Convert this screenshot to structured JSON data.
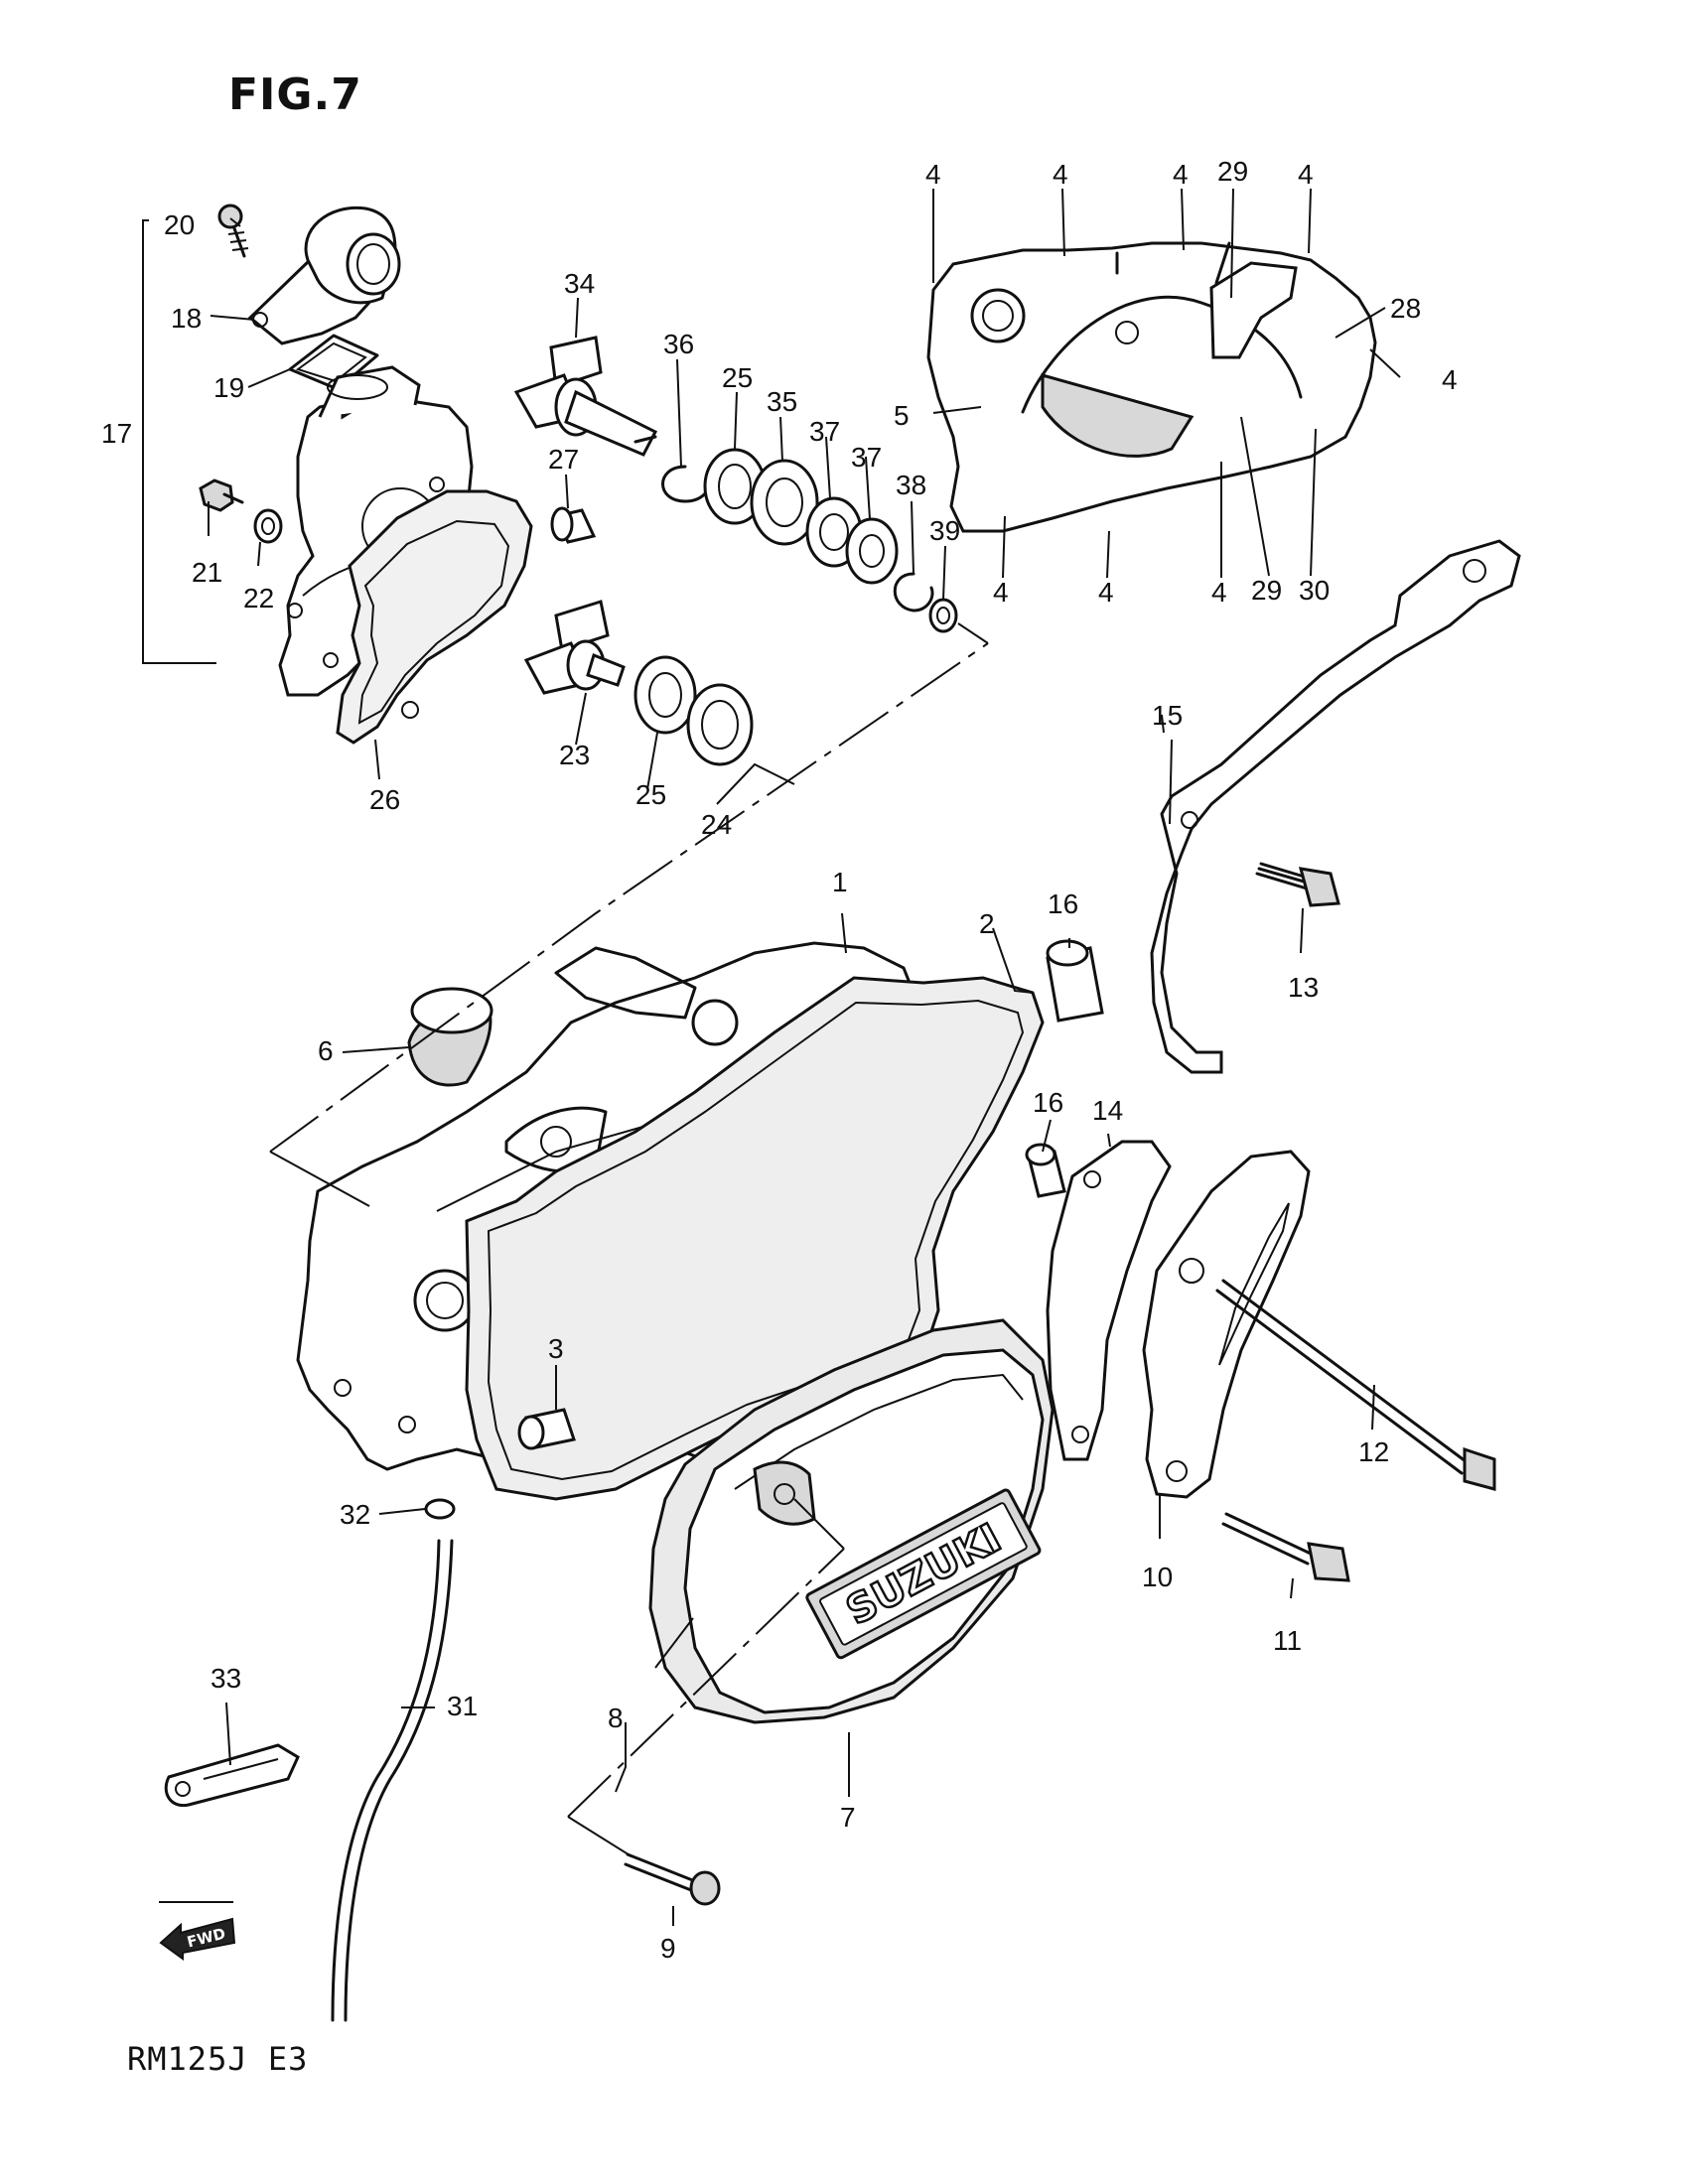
{
  "figure": {
    "title": "FIG.7",
    "model_code": "RM125J E3",
    "fwd_label": "FWD",
    "logo_text": "SUZUKI"
  },
  "callouts": {
    "c1": "1",
    "c2": "2",
    "c3": "3",
    "c4a": "4",
    "c4b": "4",
    "c4c": "4",
    "c4d": "4",
    "c4e": "4",
    "c4f": "4",
    "c4g": "4",
    "c4h": "4",
    "c5": "5",
    "c6": "6",
    "c7": "7",
    "c8": "8",
    "c9": "9",
    "c10": "10",
    "c11": "11",
    "c12": "12",
    "c13": "13",
    "c14": "14",
    "c15": "15",
    "c16a": "16",
    "c16b": "16",
    "c17": "17",
    "c18": "18",
    "c19": "19",
    "c20": "20",
    "c21": "21",
    "c22": "22",
    "c23": "23",
    "c24": "24",
    "c25a": "25",
    "c25b": "25",
    "c26": "26",
    "c27": "27",
    "c28": "28",
    "c29a": "29",
    "c29b": "29",
    "c30": "30",
    "c31": "31",
    "c32": "32",
    "c33": "33",
    "c34": "34",
    "c35": "35",
    "c36": "36",
    "c37a": "37",
    "c37b": "37",
    "c38": "38",
    "c39": "39"
  }
}
